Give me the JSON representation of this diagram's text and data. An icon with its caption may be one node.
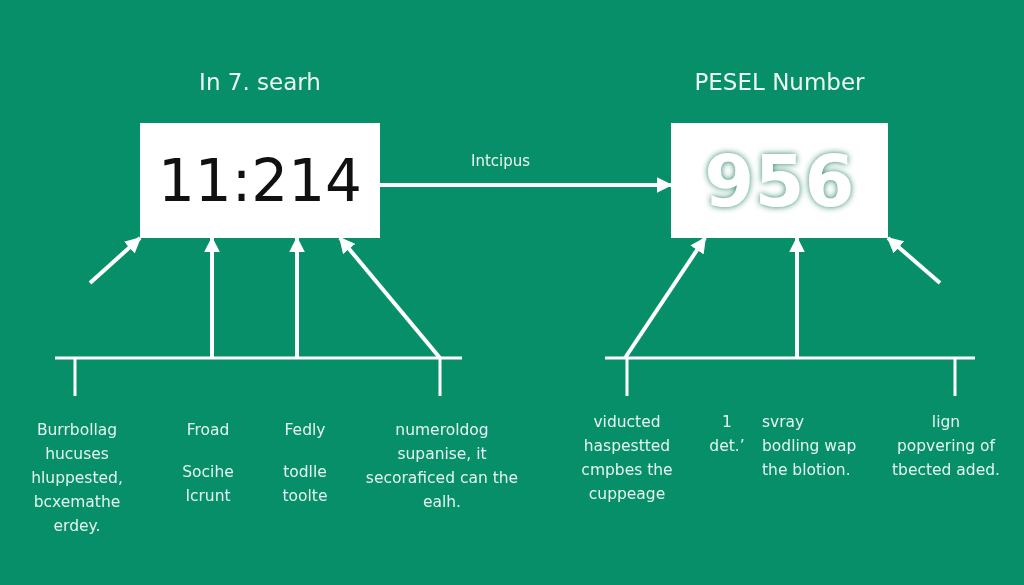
{
  "diagram": {
    "nodes": [
      {
        "text": [
          "In 7. searh",
          "11:214"
        ]
      },
      {
        "text": [
          "PESEL Number",
          "956"
        ]
      }
    ],
    "edges": [
      {
        "from": 0,
        "to": 1,
        "arrow": "to",
        "label": "Intcipus"
      },
      {
        "from": null,
        "to": 0,
        "arrow": "to"
      },
      {
        "from": null,
        "to": 0,
        "arrow": "to"
      },
      {
        "from": null,
        "to": 0,
        "arrow": "to"
      },
      {
        "from": null,
        "to": 0,
        "arrow": "to"
      },
      {
        "from": null,
        "to": 1,
        "arrow": "to"
      },
      {
        "from": null,
        "to": 1,
        "arrow": "to"
      },
      {
        "from": null,
        "to": 1,
        "arrow": "to"
      }
    ],
    "labels": [
      "Burrbollag hucuses hluppested, bcxemathe erdey.",
      "Froad",
      "Socihe Icrunt",
      "Fedly",
      "todlle toolte",
      "numeroldog supanise, it secoraficed can the ealh.",
      "viducted haspestted cmpbes the cuppeage",
      "1 det.’",
      "svray bodling wap the blotion.",
      "lign popvering of tbected aded."
    ]
  }
}
